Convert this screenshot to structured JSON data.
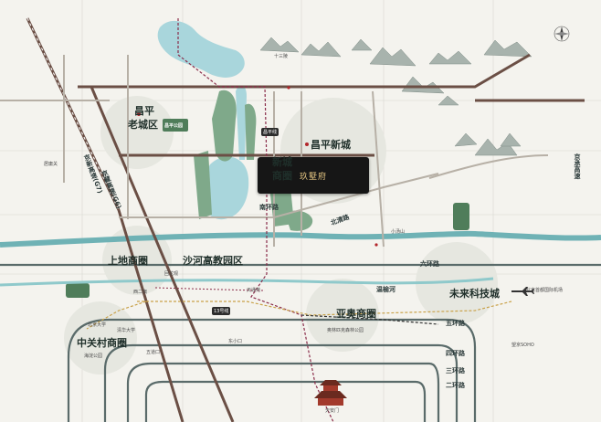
{
  "project_name": "玖墅府",
  "areas": {
    "old_city_1": "昌平",
    "old_city_2": "老城区",
    "new_city": "昌平新城",
    "new_cbd_1": "新城",
    "new_cbd_2": "商圈",
    "shangdi": "上地商圈",
    "shahe": "沙河高教园区",
    "future_sci": "未来科技城",
    "yayun": "亚奥商圈",
    "zhongguancun": "中关村商圈"
  },
  "roads": {
    "jingzang_g6": "京藏高速(G6)",
    "jingxin_g7": "京新高速(G7)",
    "jingcheng": "京承高速",
    "liuhuan": "六环路",
    "wuhuan": "五环路",
    "sihuan": "四环路",
    "sanhuan": "三环路",
    "erhuan": "二环路",
    "beiqing": "北清路",
    "wenyuhe": "温榆河",
    "nanhuan": "南环路"
  },
  "places": {
    "changping_park": "昌平公园",
    "ming_tombs": "十三陵",
    "juyongguan": "居庸关",
    "dongxiaokou": "东小口",
    "tsinghua": "清华大学",
    "pku": "北京大学",
    "wangjing": "望京SOHO",
    "capital_airport": "北京首都国际机场",
    "tiananmen": "天安门",
    "xierqi": "西二旗",
    "haidian_park": "海淀公园",
    "olympic_park": "奥林匹克森林公园",
    "huilongguan": "回龙观",
    "tiantongyuan": "天通苑",
    "xiaotangshan": "小汤山",
    "wudaokou": "五道口",
    "changping_line": "昌平线",
    "line13": "13号线"
  }
}
